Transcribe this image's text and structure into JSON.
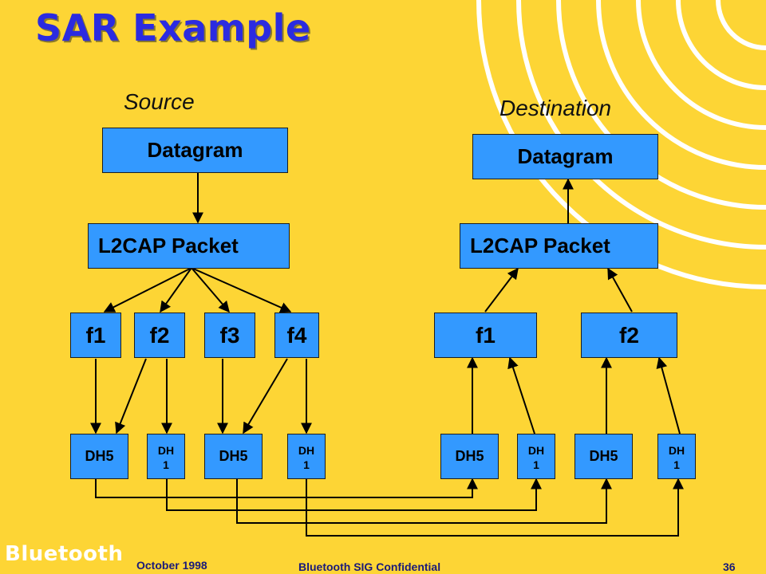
{
  "title": "SAR Example",
  "source_label": "Source",
  "destination_label": "Destination",
  "source": {
    "datagram": "Datagram",
    "packet": "L2CAP Packet",
    "fragments": [
      "f1",
      "f2",
      "f3",
      "f4"
    ],
    "baseband": [
      "DH5",
      "DH\n1",
      "DH5",
      "DH\n1"
    ]
  },
  "destination": {
    "datagram": "Datagram",
    "packet": "L2CAP Packet",
    "fragments": [
      "f1",
      "f2"
    ],
    "baseband": [
      "DH5",
      "DH\n1",
      "DH5",
      "DH\n1"
    ]
  },
  "footer": {
    "brand": "Bluetooth",
    "date": "October 1998",
    "confidential": "Bluetooth SIG Confidential",
    "page": "36"
  },
  "colors": {
    "background": "#FDD535",
    "box": "#3399FF",
    "title": "#2B2BE0",
    "footer": "#1a1a7a"
  }
}
